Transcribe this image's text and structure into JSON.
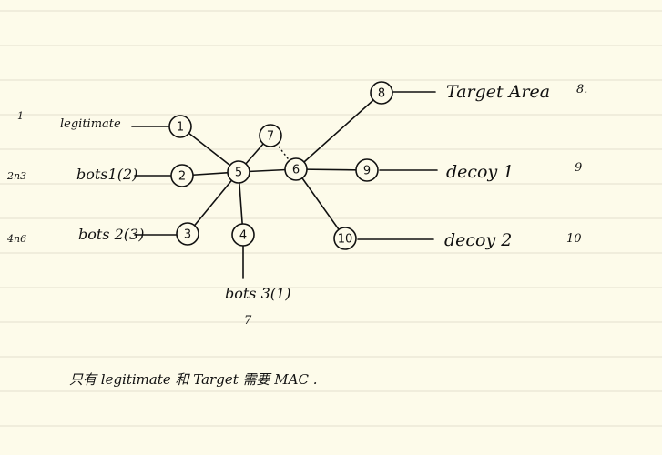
{
  "diagram": {
    "nodes": [
      {
        "id": "1",
        "label": "1"
      },
      {
        "id": "2",
        "label": "2"
      },
      {
        "id": "3",
        "label": "3"
      },
      {
        "id": "4",
        "label": "4"
      },
      {
        "id": "5",
        "label": "5"
      },
      {
        "id": "6",
        "label": "6"
      },
      {
        "id": "7",
        "label": "7"
      },
      {
        "id": "8",
        "label": "8"
      },
      {
        "id": "9",
        "label": "9"
      },
      {
        "id": "10",
        "label": "10"
      }
    ],
    "edges": [
      {
        "from": "1",
        "to": "5",
        "style": "solid"
      },
      {
        "from": "2",
        "to": "5",
        "style": "solid"
      },
      {
        "from": "3",
        "to": "5",
        "style": "solid"
      },
      {
        "from": "4",
        "to": "5",
        "style": "solid"
      },
      {
        "from": "5",
        "to": "6",
        "style": "solid"
      },
      {
        "from": "5",
        "to": "7",
        "style": "solid"
      },
      {
        "from": "7",
        "to": "6",
        "style": "dotted"
      },
      {
        "from": "6",
        "to": "8",
        "style": "solid"
      },
      {
        "from": "6",
        "to": "9",
        "style": "solid"
      },
      {
        "from": "6",
        "to": "10",
        "style": "solid"
      }
    ],
    "labels": {
      "legitimate": "legitimate",
      "bots1": "bots1(2)",
      "bots2": "bots 2(3)",
      "bots3": "bots 3(1)",
      "target_area": "Target Area",
      "decoy1": "decoy 1",
      "decoy2": "decoy 2"
    },
    "margin_notes": {
      "left_1": "1",
      "left_2": "2n3",
      "left_3": "4n6",
      "under_bots3": "7",
      "right_8": "8.",
      "right_9": "9",
      "right_10": "10"
    },
    "footnote": "只有 legitimate 和 Target 需要 MAC ."
  }
}
